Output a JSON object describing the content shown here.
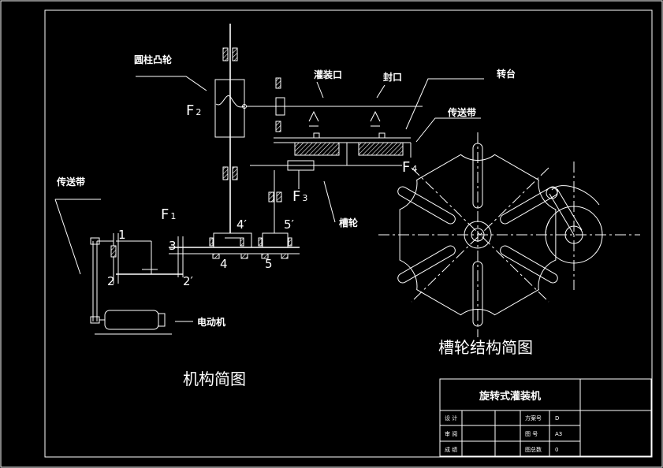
{
  "labels": {
    "cylinder_cam": "圆柱凸轮",
    "filling_port": "灌装口",
    "sealing": "封口",
    "turntable": "转台",
    "conveyor_top": "传送带",
    "conveyor_left": "传送带",
    "geneva_wheel": "槽轮",
    "motor": "电动机"
  },
  "symbols": {
    "f1": {
      "main": "F",
      "sub": "1"
    },
    "f2": {
      "main": "F",
      "sub": "2"
    },
    "f3": {
      "main": "F",
      "sub": "3"
    },
    "f4": {
      "main": "F",
      "sub": "4"
    }
  },
  "gear_numbers": {
    "g1": "1",
    "g2": "2",
    "g2p": "2′",
    "g3": "3",
    "g4": "4",
    "g4p": "4′",
    "g5": "5",
    "g5p": "5′"
  },
  "titles": {
    "mechanism": "机构简图",
    "geneva": "槽轮结构简图"
  },
  "title_block": {
    "name": "旋转式灌装机",
    "design": "设 计",
    "review": "审 阅",
    "grade": "成 绩",
    "scheme_no": "方案号",
    "scheme_val": "D",
    "drawing_no": "图 号",
    "drawing_val": "A3",
    "total_sheets": "图总数",
    "total_val": "0"
  }
}
